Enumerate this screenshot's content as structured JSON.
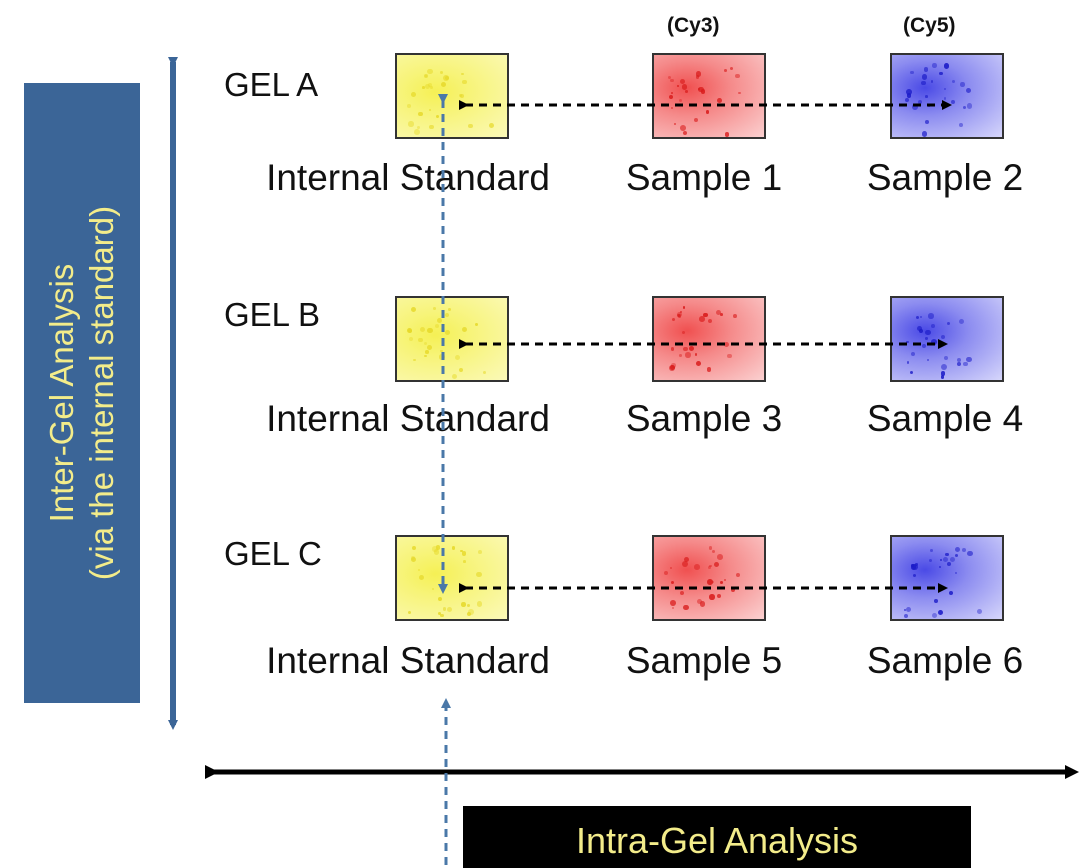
{
  "side_label": {
    "line1": "Inter-Gel Analysis",
    "line2": "(via the internal standard)"
  },
  "bottom_label": "Intra-Gel Analysis",
  "column_headers": {
    "col2": "(Cy3)",
    "col3": "(Cy5)"
  },
  "gels": [
    {
      "name": "GEL A",
      "labels": [
        "Internal Standard",
        "Sample 1",
        "Sample 2"
      ]
    },
    {
      "name": "GEL B",
      "labels": [
        "Internal Standard",
        "Sample 3",
        "Sample 4"
      ]
    },
    {
      "name": "GEL C",
      "labels": [
        "Internal Standard",
        "Sample 5",
        "Sample 6"
      ]
    }
  ],
  "colors": {
    "side_box": "#3b6597",
    "label_yellow": "#f3ec8a",
    "arrow_blue": "#3b6597",
    "dashed_blue": "#4a78a8"
  }
}
